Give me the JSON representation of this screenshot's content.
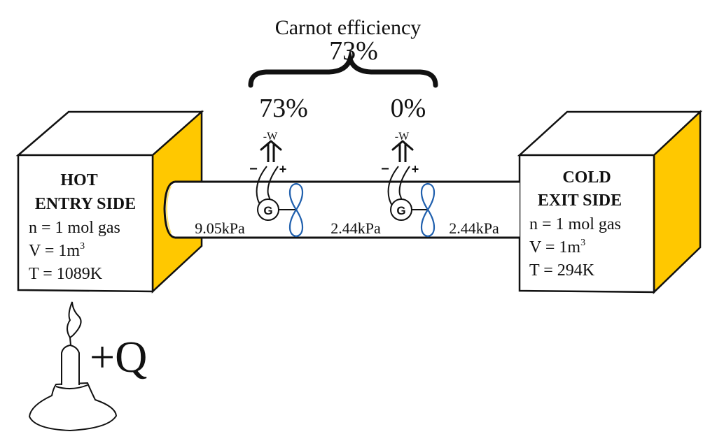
{
  "title": {
    "label": "Carnot efficiency",
    "value": "73%"
  },
  "stages": [
    {
      "efficiency": "73%",
      "work_label": "-W",
      "generator_label": "G",
      "minus": "−",
      "plus": "+"
    },
    {
      "efficiency": "0%",
      "work_label": "-W",
      "generator_label": "G",
      "minus": "−",
      "plus": "+"
    }
  ],
  "pressures": [
    "9.05kPa",
    "2.44kPa",
    "2.44kPa"
  ],
  "hot_box": {
    "title_line1": "HOT",
    "title_line2": "ENTRY SIDE",
    "amount": "n = 1 mol gas",
    "volume": "V = 1m",
    "volume_exp": "3",
    "temperature": "T = 1089K"
  },
  "cold_box": {
    "title_line1": "COLD",
    "title_line2": "EXIT SIDE",
    "amount": "n = 1 mol gas",
    "volume": "V = 1m",
    "volume_exp": "3",
    "temperature": "T = 294K"
  },
  "heat_input": {
    "label": "+Q",
    "icon": "bunsen-burner-icon"
  },
  "colors": {
    "side_face": "#FFC800",
    "propeller": "#1F5FAD",
    "stroke": "#111111"
  }
}
